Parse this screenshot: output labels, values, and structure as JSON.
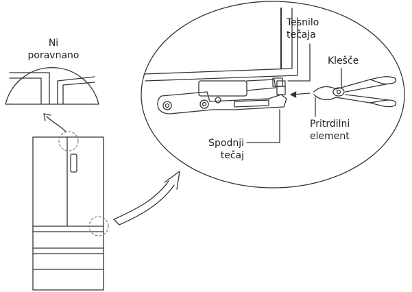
{
  "labels": {
    "not_aligned_line1": "Ni",
    "not_aligned_line2": "poravnano",
    "hinge_seal_line1": "Tesnilo",
    "hinge_seal_line2": "tečaja",
    "pliers": "Klešče",
    "fastener_line1": "Pritrdilni",
    "fastener_line2": "element",
    "lower_hinge_line1": "Spodnji",
    "lower_hinge_line2": "tečaj"
  },
  "colors": {
    "line": "#333333",
    "text": "#222222",
    "background": "#ffffff"
  }
}
